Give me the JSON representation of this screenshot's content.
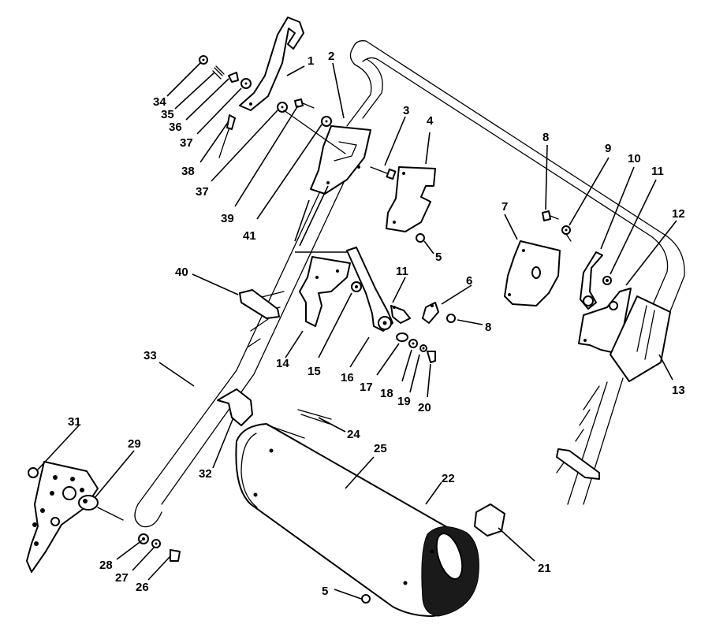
{
  "callouts": {
    "c1": "1",
    "c2": "2",
    "c3": "3",
    "c4": "4",
    "c5a": "5",
    "c5b": "5",
    "c6": "6",
    "c7": "7",
    "c8a": "8",
    "c8b": "8",
    "c9": "9",
    "c10": "10",
    "c11a": "11",
    "c11b": "11",
    "c12": "12",
    "c13": "13",
    "c14": "14",
    "c15": "15",
    "c16": "16",
    "c17": "17",
    "c18": "18",
    "c19": "19",
    "c20": "20",
    "c21": "21",
    "c22": "22",
    "c24": "24",
    "c25": "25",
    "c26": "26",
    "c27": "27",
    "c28": "28",
    "c29": "29",
    "c31": "31",
    "c32": "32",
    "c33": "33",
    "c34": "34",
    "c35": "35",
    "c36": "36",
    "c37a": "37",
    "c37b": "37",
    "c38": "38",
    "c39": "39",
    "c40": "40",
    "c41": "41"
  }
}
